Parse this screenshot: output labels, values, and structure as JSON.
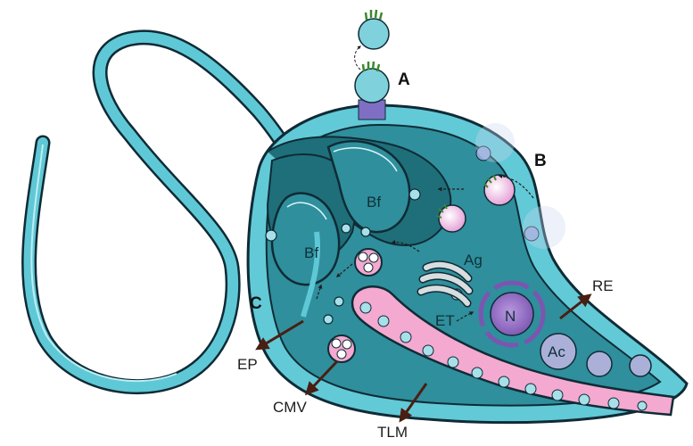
{
  "labels": {
    "A": "A",
    "B": "B",
    "C": "C",
    "Bf_top": "Bf",
    "Bf_left": "Bf",
    "Ag": "Ag",
    "ET": "ET",
    "N": "N",
    "Ac": "Ac",
    "RE": "RE",
    "EP": "EP",
    "CMV": "CMV",
    "TLM": "TLM"
  },
  "colors": {
    "outline": "#0f2b35",
    "flagellum": "#5fc8d6",
    "cell_light": "#62c9d7",
    "cell_dark": "#2f8f9c",
    "pocket": "#1e6f7a",
    "pink": "#f4a9d0",
    "nucleus": "#9a72c8",
    "vesicle": "#a8e0ea",
    "arrow": "#4a1e12"
  }
}
